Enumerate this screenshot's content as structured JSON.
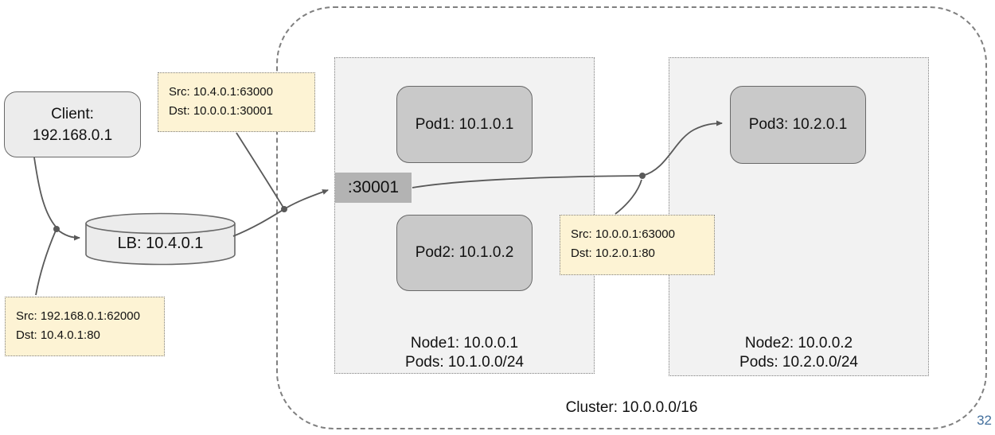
{
  "diagram": {
    "client": {
      "line1": "Client:",
      "line2": "192.168.0.1"
    },
    "lb": {
      "label": "LB: 10.4.0.1"
    },
    "nodeport": {
      "label": ":30001"
    },
    "notes": [
      {
        "src": "Src: 10.4.0.1:63000",
        "dst": "Dst: 10.0.0.1:30001"
      },
      {
        "src": "Src: 192.168.0.1:62000",
        "dst": "Dst: 10.4.0.1:80"
      },
      {
        "src": "Src: 10.0.0.1:63000",
        "dst": "Dst: 10.2.0.1:80"
      }
    ],
    "pods": [
      {
        "label": "Pod1: 10.1.0.1"
      },
      {
        "label": "Pod2: 10.1.0.2"
      },
      {
        "label": "Pod3: 10.2.0.1"
      }
    ],
    "nodes": [
      {
        "line1": "Node1: 10.0.0.1",
        "line2": "Pods: 10.1.0.0/24"
      },
      {
        "line1": "Node2: 10.0.0.2",
        "line2": "Pods: 10.2.0.0/24"
      }
    ],
    "cluster": {
      "label": "Cluster: 10.0.0.0/16"
    },
    "page_number": "32",
    "colors": {
      "note_bg": "#fdf3d4",
      "pod_bg": "#c9c9c9",
      "node_bg": "#f2f2f2",
      "client_bg": "#ececec",
      "port_bg": "#b3b3b3",
      "connector": "#595959",
      "border_gray": "#7f7f7f",
      "page_number": "#44709d"
    }
  }
}
